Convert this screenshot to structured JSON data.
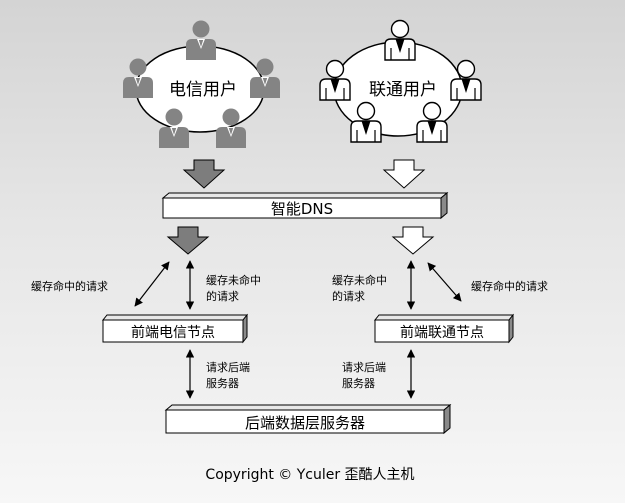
{
  "groups": {
    "telecom": "电信用户",
    "unicom": "联通用户"
  },
  "dns": "智能DNS",
  "left_requests": {
    "cache_hit": "缓存命中的请求",
    "cache_miss_1": "缓存未命中",
    "cache_miss_2": "的请求"
  },
  "right_requests": {
    "cache_hit": "缓存命中的请求",
    "cache_miss_1": "缓存未命中",
    "cache_miss_2": "的请求"
  },
  "nodes": {
    "telecom": "前端电信节点",
    "unicom": "前端联通节点"
  },
  "backend_request": {
    "left_1": "请求后端",
    "left_2": "服务器",
    "right_1": "请求后端",
    "right_2": "服务器"
  },
  "backend": "后端数据层服务器",
  "copyright": "Copyright © Yculer 歪酷人主机",
  "colors": {
    "telecom_fill": "#848484",
    "unicom_fill": "#ffffff",
    "line": "#000000"
  }
}
